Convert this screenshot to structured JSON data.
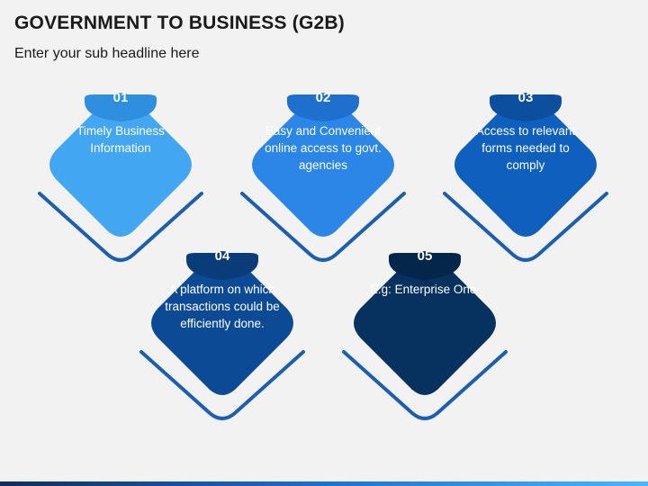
{
  "header": {
    "title": "GOVERNMENT TO BUSINESS (G2B)",
    "subtitle": "Enter your sub headline here"
  },
  "items": [
    {
      "number": "01",
      "text": "Timely Business Information",
      "color": "#43a6f3",
      "tab_color": "#2e8fdf"
    },
    {
      "number": "02",
      "text": "Easy and Convenient online access to govt. agencies",
      "color": "#2b86e8",
      "tab_color": "#1f6fcf"
    },
    {
      "number": "03",
      "text": "Access to relevant forms needed to comply",
      "color": "#0f5fbf",
      "tab_color": "#0c4f9f"
    },
    {
      "number": "04",
      "text": "A platform on which transactions could be efficiently done.",
      "color": "#0d4a95",
      "tab_color": "#0a3c7a"
    },
    {
      "number": "05",
      "text": "E.g: Enterprise One.",
      "color": "#073260",
      "tab_color": "#05264b"
    }
  ],
  "colors": {
    "outline": "#1c5fb2",
    "background": "#f2f2f2"
  }
}
